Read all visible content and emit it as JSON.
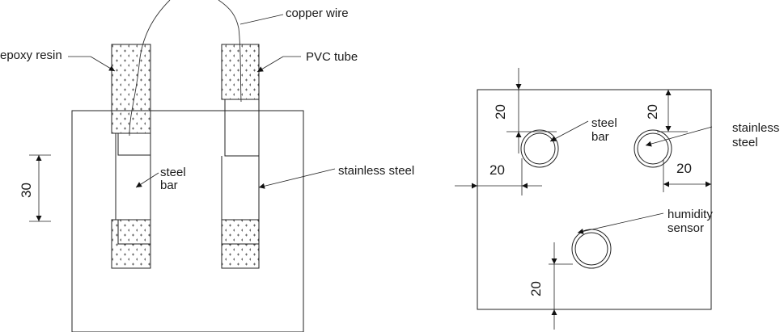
{
  "side_view": {
    "labels": {
      "copper_wire": "copper wire",
      "epoxy_resin": "epoxy resin",
      "pvc_tube": "PVC tube",
      "steel_bar_1": "steel",
      "steel_bar_2": "bar",
      "stainless_steel": "stainless steel"
    },
    "dimension": "30"
  },
  "top_view": {
    "labels": {
      "steel_bar_1": "steel",
      "steel_bar_2": "bar",
      "stainless_1": "stainless",
      "stainless_2": "steel",
      "humidity_1": "humidity",
      "humidity_2": "sensor"
    },
    "dimensions": {
      "top_left_vertical": "20",
      "top_right_vertical": "20",
      "left_horizontal": "20",
      "right_horizontal": "20",
      "bottom_vertical": "20"
    }
  },
  "colors": {
    "line": "#222222",
    "background": "#ffffff"
  }
}
